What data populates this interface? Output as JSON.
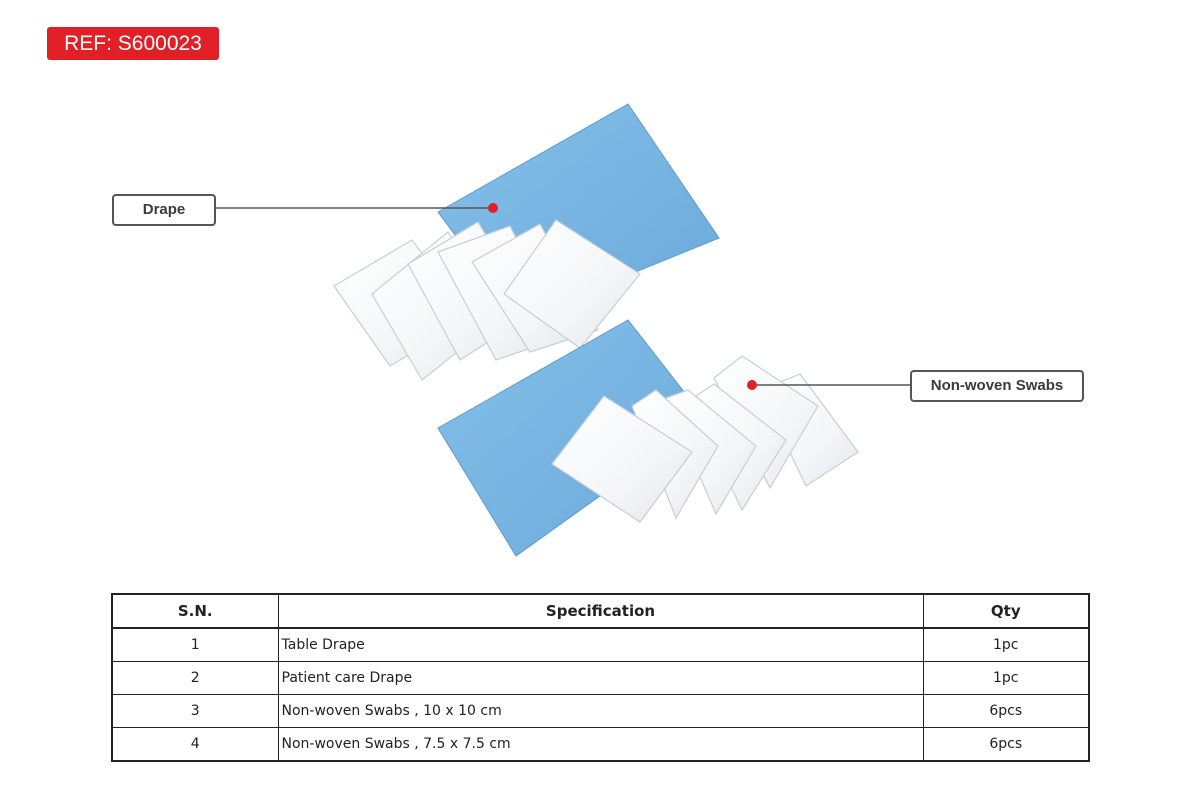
{
  "ref_badge": "REF: S600023",
  "callouts": {
    "drape": "Drape",
    "swabs": "Non-woven Swabs"
  },
  "colors": {
    "accent_red": "#e01f26",
    "drape_blue": "#79b6e4",
    "swab_white": "#ffffff"
  },
  "table": {
    "headers": [
      "S.N.",
      "Specification",
      "Qty"
    ],
    "rows": [
      {
        "sn": "1",
        "spec": "Table Drape",
        "qty": "1pc"
      },
      {
        "sn": "2",
        "spec": "Patient care Drape",
        "qty": "1pc"
      },
      {
        "sn": "3",
        "spec": "Non-woven Swabs , 10 x 10 cm",
        "qty": "6pcs"
      },
      {
        "sn": "4",
        "spec": "Non-woven Swabs , 7.5 x 7.5 cm",
        "qty": "6pcs"
      }
    ]
  }
}
